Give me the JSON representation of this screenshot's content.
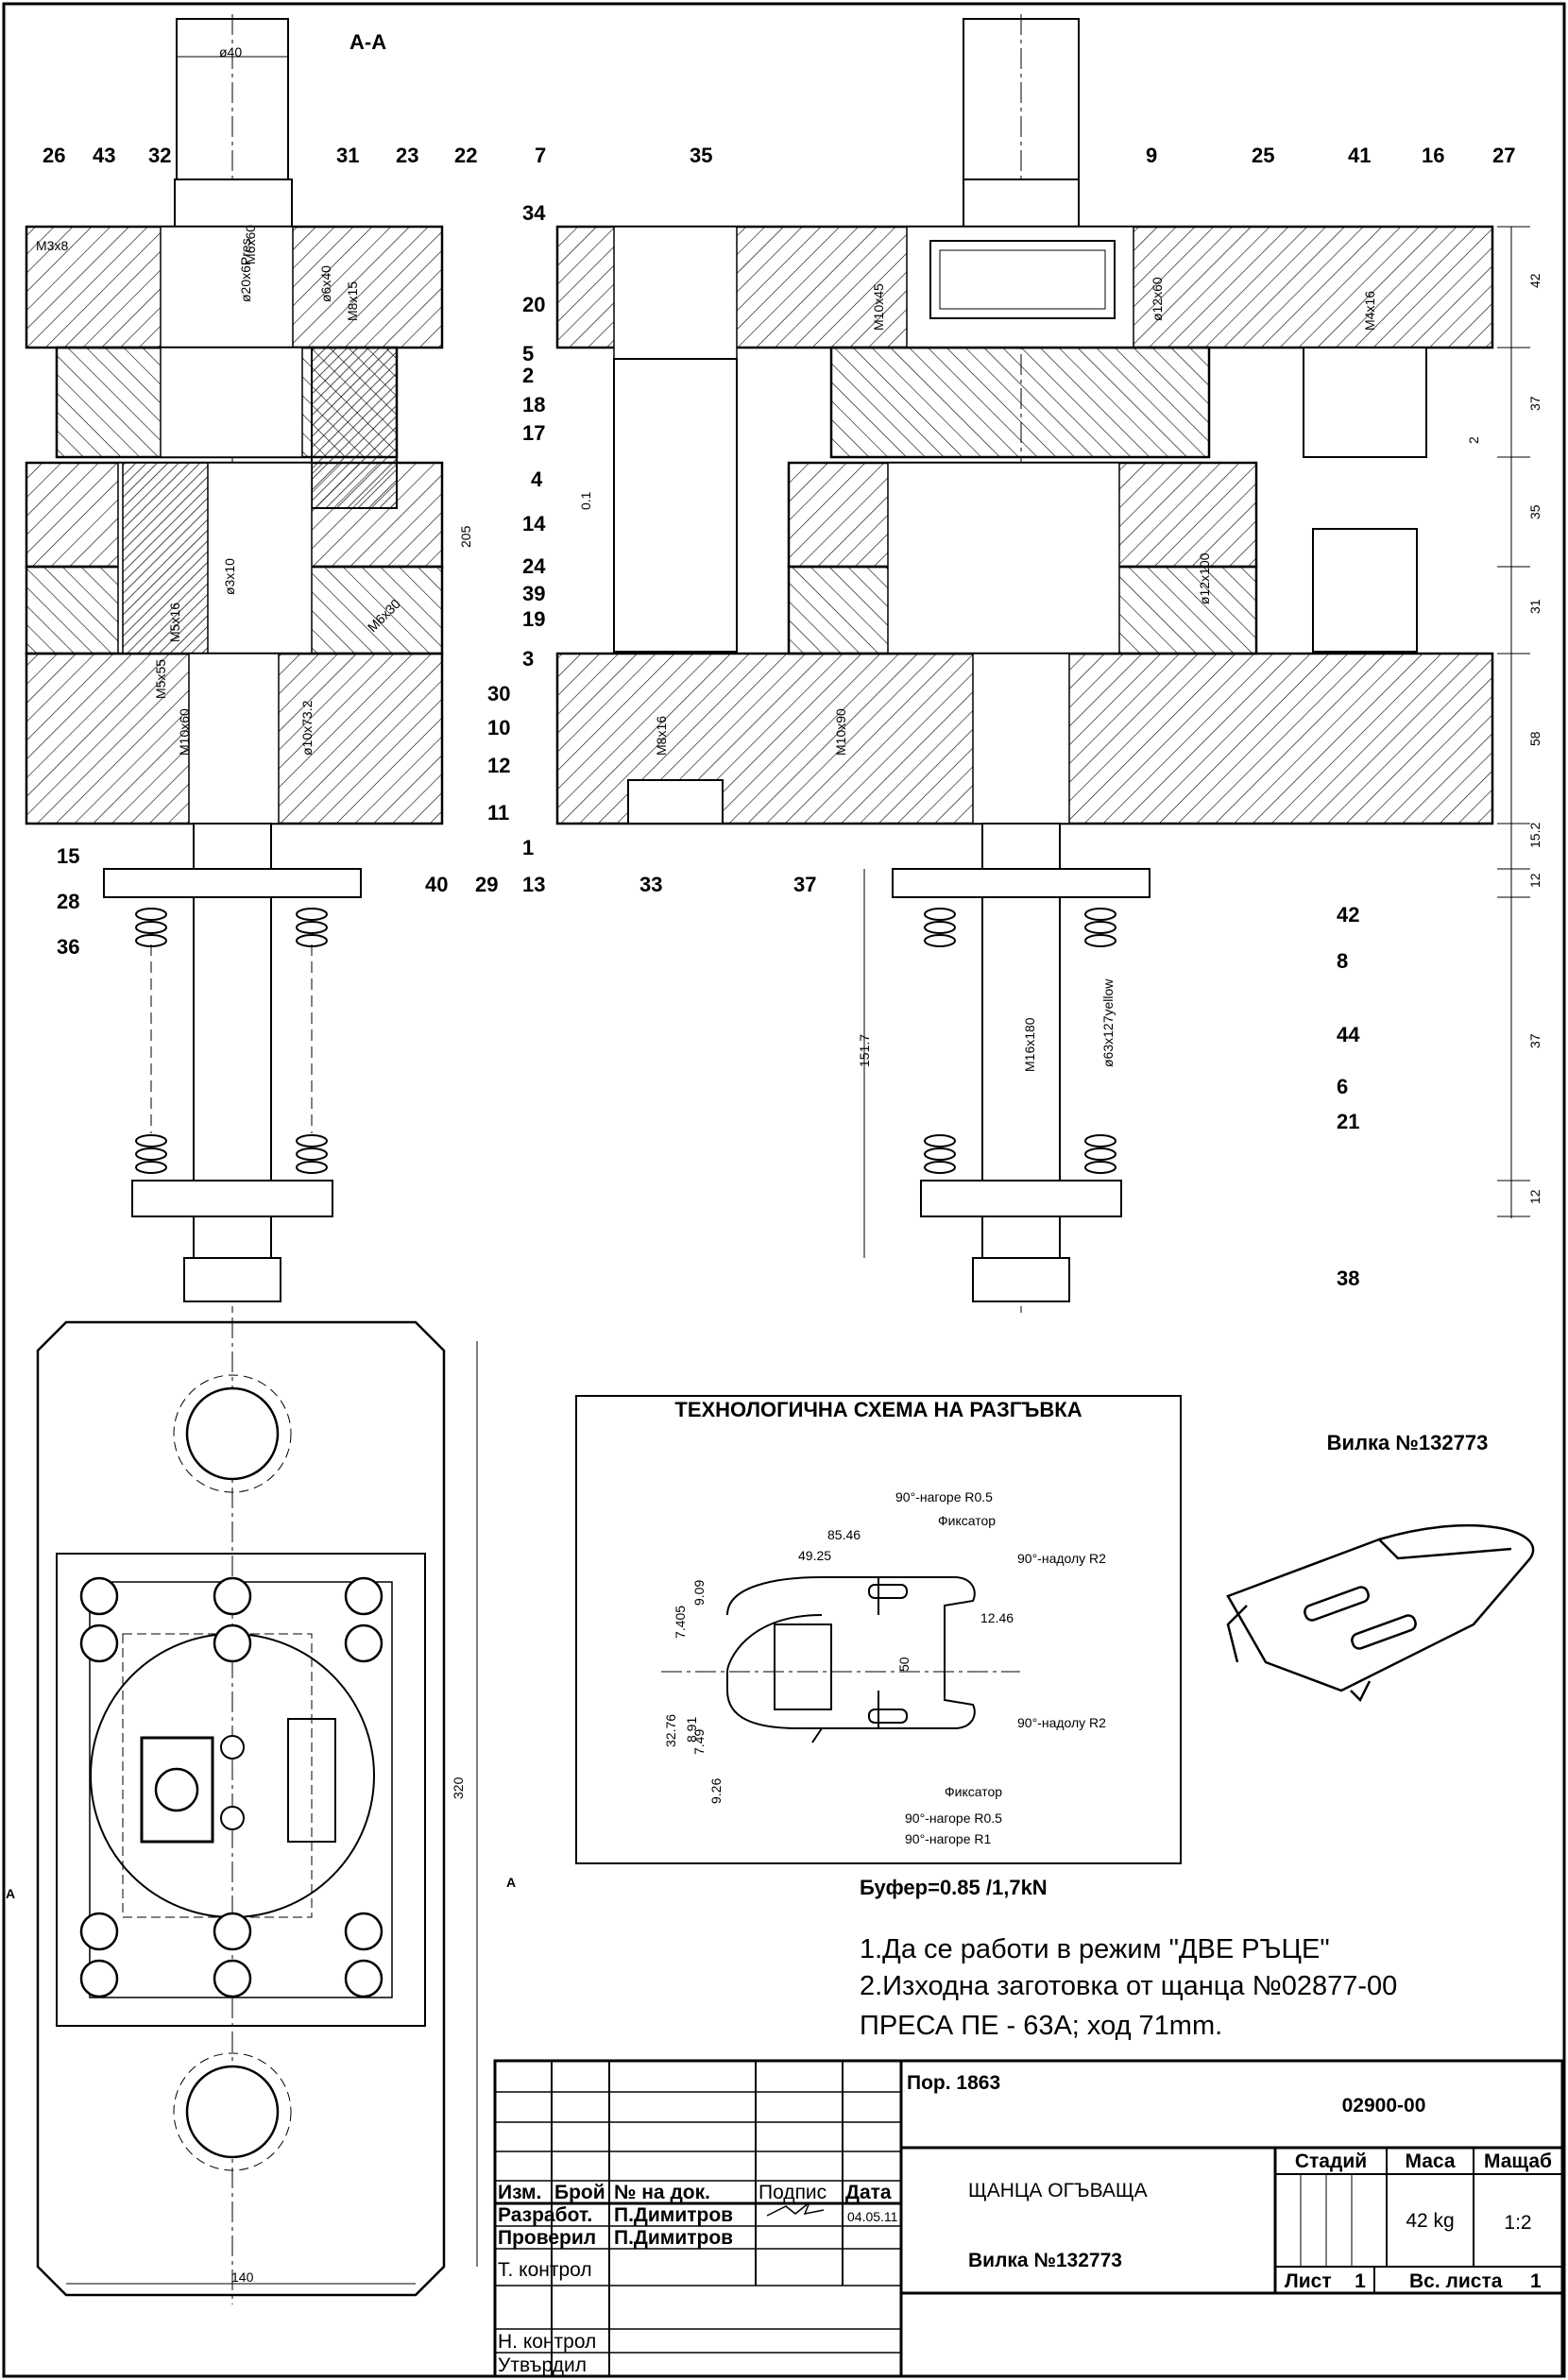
{
  "section": {
    "label": "A-A"
  },
  "section_mark": "A",
  "positions": [
    {
      "n": "26"
    },
    {
      "n": "43"
    },
    {
      "n": "32"
    },
    {
      "n": "31"
    },
    {
      "n": "23"
    },
    {
      "n": "22"
    },
    {
      "n": "7"
    },
    {
      "n": "35"
    },
    {
      "n": "9"
    },
    {
      "n": "25"
    },
    {
      "n": "41"
    },
    {
      "n": "16"
    },
    {
      "n": "27"
    },
    {
      "n": "34"
    },
    {
      "n": "20"
    },
    {
      "n": "5"
    },
    {
      "n": "2"
    },
    {
      "n": "18"
    },
    {
      "n": "17"
    },
    {
      "n": "4"
    },
    {
      "n": "14"
    },
    {
      "n": "24"
    },
    {
      "n": "39"
    },
    {
      "n": "19"
    },
    {
      "n": "3"
    },
    {
      "n": "30"
    },
    {
      "n": "10"
    },
    {
      "n": "12"
    },
    {
      "n": "11"
    },
    {
      "n": "1"
    },
    {
      "n": "13"
    },
    {
      "n": "33"
    },
    {
      "n": "37"
    },
    {
      "n": "15"
    },
    {
      "n": "40"
    },
    {
      "n": "29"
    },
    {
      "n": "28"
    },
    {
      "n": "36"
    },
    {
      "n": "42"
    },
    {
      "n": "8"
    },
    {
      "n": "44"
    },
    {
      "n": "6"
    },
    {
      "n": "21"
    },
    {
      "n": "38"
    }
  ],
  "dims": [
    {
      "t": "ø40"
    },
    {
      "t": "M3x8"
    },
    {
      "t": "M6x60"
    },
    {
      "t": "M8x15"
    },
    {
      "t": "ø20x6Pres"
    },
    {
      "t": "ø6x40"
    },
    {
      "t": "M10x45"
    },
    {
      "t": "ø12x60"
    },
    {
      "t": "M4x16"
    },
    {
      "t": "42"
    },
    {
      "t": "37"
    },
    {
      "t": "2"
    },
    {
      "t": "35"
    },
    {
      "t": "31"
    },
    {
      "t": "58"
    },
    {
      "t": "15.2"
    },
    {
      "t": "12"
    },
    {
      "t": "37"
    },
    {
      "t": "12"
    },
    {
      "t": "205"
    },
    {
      "t": "0.1"
    },
    {
      "t": "ø3x10"
    },
    {
      "t": "M6x30"
    },
    {
      "t": "M5x16"
    },
    {
      "t": "M5x55"
    },
    {
      "t": "M10x60"
    },
    {
      "t": "ø10x73.2"
    },
    {
      "t": "M8x16"
    },
    {
      "t": "M10x90"
    },
    {
      "t": "ø12x100"
    },
    {
      "t": "151.7"
    },
    {
      "t": "M16x180"
    },
    {
      "t": "ø63x127yellow"
    },
    {
      "t": "320"
    },
    {
      "t": "140"
    }
  ],
  "scheme": {
    "title": "ТЕХНОЛОГИЧНА  СХЕМА НА РАЗГЪВКА",
    "labels": [
      {
        "t": "90°-нагоре R0.5"
      },
      {
        "t": "Фиксатор"
      },
      {
        "t": "90°-надолу R2"
      },
      {
        "t": "85.46"
      },
      {
        "t": "49.25"
      },
      {
        "t": "7.405"
      },
      {
        "t": "9.09"
      },
      {
        "t": "12.46"
      },
      {
        "t": "50"
      },
      {
        "t": "32.76"
      },
      {
        "t": "8.91"
      },
      {
        "t": "7.49"
      },
      {
        "t": "90°-надолу R2"
      },
      {
        "t": "Фиксатор"
      },
      {
        "t": "9.26"
      },
      {
        "t": "90°-нагоре R0.5"
      },
      {
        "t": "90°-нагоре R1"
      }
    ]
  },
  "part_title": "Вилка  №132773",
  "buffer": "Буфер=0.85 /1,7kN",
  "notes": [
    "1.Да се работи  в режим \"ДВЕ РЪЦЕ\"",
    "2.Изходна заготовка от щанца №02877-00",
    "ПРЕСА  ПЕ - 63А; ход 71mm."
  ],
  "title_block": {
    "por": "Пор.  1863",
    "doc_no": "02900-00",
    "name1": "ЩАНЦА ОГЪВАЩА",
    "name2": "Вилка  №132773",
    "h_stage": "Стадий",
    "h_mass": "Маса",
    "h_scale": "Мащаб",
    "mass": "42 kg",
    "scale": "1:2",
    "sheet_label": "Лист",
    "sheet_no": "1",
    "sheets_label": "Вс. листа",
    "sheets_no": "1",
    "h_izm": "Изм.",
    "h_broy": "Брой",
    "h_nadok": "№ на док.",
    "h_podpis": "Подпис",
    "h_data": "Дата",
    "r_razrab": "Разработ.",
    "r_proveril": "Проверил",
    "r_tkontrol": "Т. контрол",
    "r_nkontrol": "Н. контрол",
    "r_utvardil": "Утвърдил",
    "person1": "П.Димитров",
    "person2": "П.Димитров",
    "date": "04.05.11"
  }
}
